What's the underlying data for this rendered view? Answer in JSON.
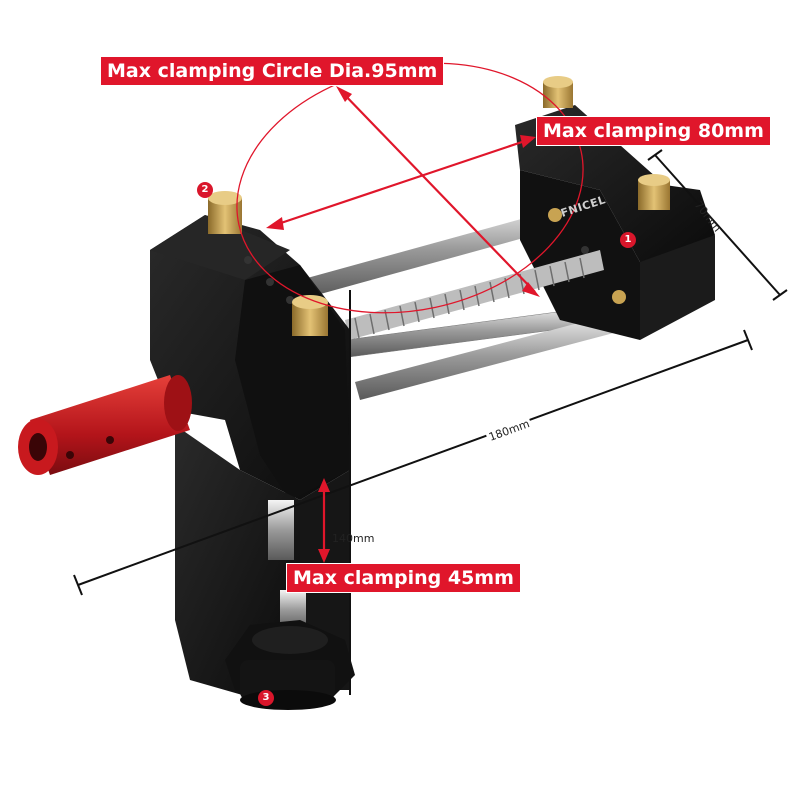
{
  "callouts": {
    "circle": "Max clamping Circle Dia.95mm",
    "width": "Max clamping 80mm",
    "height": "Max clamping 45mm"
  },
  "dimensions": {
    "depth": "70mm",
    "length": "180mm",
    "height": "140mm"
  },
  "badges": {
    "one": "1",
    "two": "2",
    "three": "3"
  },
  "brand": "FNICEL",
  "colors": {
    "callout_red": "#e0162b",
    "body_black": "#141414",
    "handle_red": "#c8191e",
    "brass": "#c8a352"
  }
}
